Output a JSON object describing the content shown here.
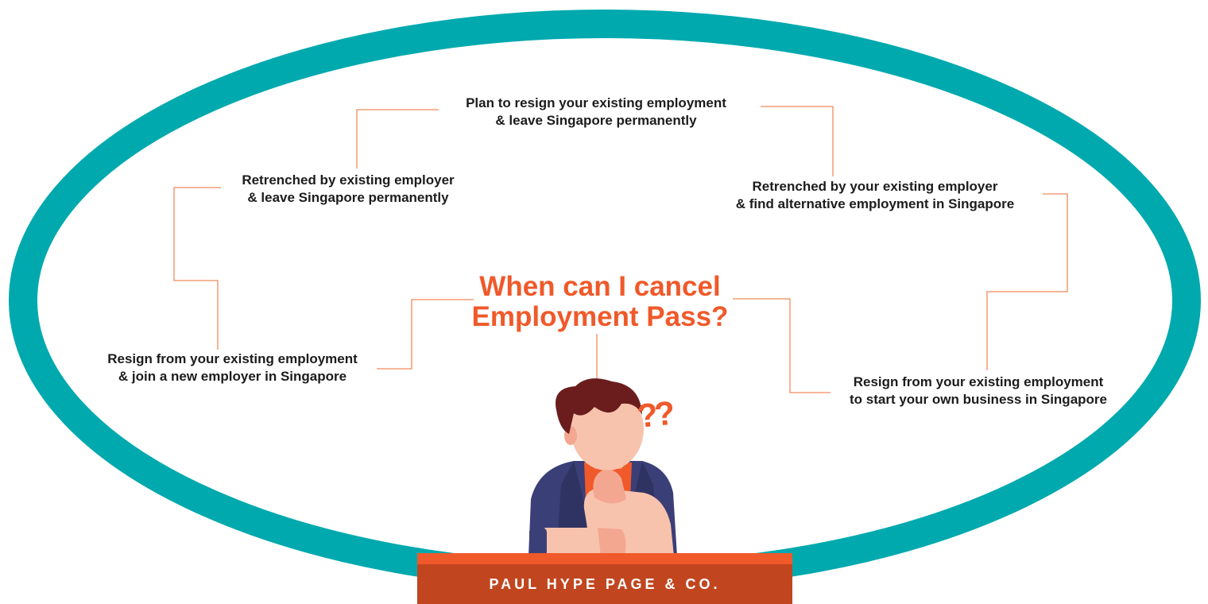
{
  "title": {
    "line1": "When can I cancel",
    "line2": "Employment Pass?"
  },
  "nodes": [
    {
      "id": "plan-resign",
      "line1": "Plan to resign your existing employment",
      "line2": "& leave Singapore permanently"
    },
    {
      "id": "retrenched-leave",
      "line1": "Retrenched by existing employer",
      "line2": "& leave Singapore permanently"
    },
    {
      "id": "retrenched-alternative",
      "line1": "Retrenched by your existing employer",
      "line2": "& find alternative employment in Singapore"
    },
    {
      "id": "resign-new-employer",
      "line1": "Resign from your existing employment",
      "line2": "& join a new employer in Singapore"
    },
    {
      "id": "resign-own-business",
      "line1": "Resign from your existing employment",
      "line2": "to start your own business in Singapore"
    }
  ],
  "question_marks": "??",
  "brand": "PAUL HYPE PAGE & CO.",
  "colors": {
    "ring": "#00a9ae",
    "accent": "#f0592a",
    "connector": "#f08a5d",
    "brand_bar": "#c1461f",
    "text": "#1c1c1c"
  },
  "icons": [
    "thinking-person-icon"
  ]
}
